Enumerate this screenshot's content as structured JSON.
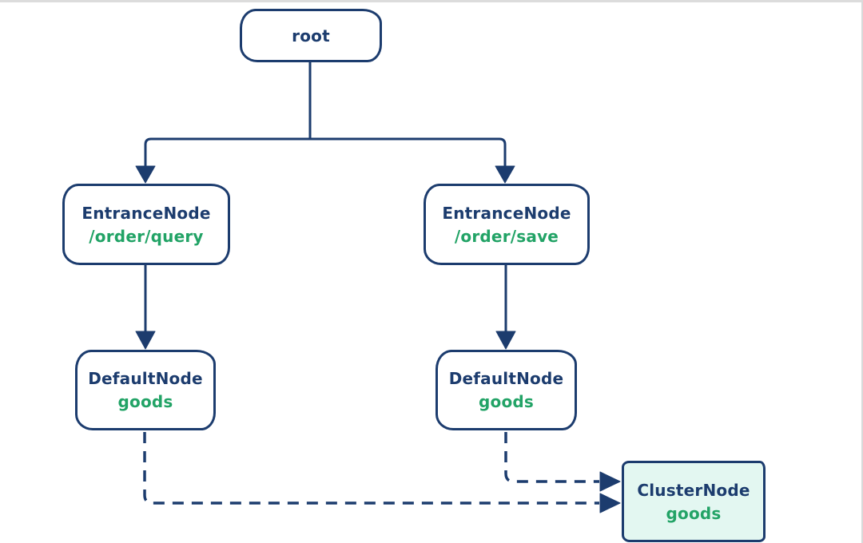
{
  "colors": {
    "node_border": "#1c3c6e",
    "node_title_text": "#1c3c6e",
    "accent_green": "#22a366",
    "cluster_fill": "#e3f7f1",
    "connector": "#1c3c6e",
    "page_background": "#ffffff",
    "frame_line": "#dcdcdc"
  },
  "diagram": {
    "nodes": {
      "root": {
        "label": "root"
      },
      "entrance_query": {
        "title": "EntranceNode",
        "subtitle": "/order/query"
      },
      "entrance_save": {
        "title": "EntranceNode",
        "subtitle": "/order/save"
      },
      "default_query": {
        "title": "DefaultNode",
        "subtitle": "goods"
      },
      "default_save": {
        "title": "DefaultNode",
        "subtitle": "goods"
      },
      "cluster": {
        "title": "ClusterNode",
        "subtitle": "goods"
      }
    },
    "edges": [
      {
        "from": "root",
        "to": "entrance_query",
        "style": "solid-arrow"
      },
      {
        "from": "root",
        "to": "entrance_save",
        "style": "solid-arrow"
      },
      {
        "from": "entrance_query",
        "to": "default_query",
        "style": "solid-arrow"
      },
      {
        "from": "entrance_save",
        "to": "default_save",
        "style": "solid-arrow"
      },
      {
        "from": "default_query",
        "to": "cluster",
        "style": "dashed-arrow"
      },
      {
        "from": "default_save",
        "to": "cluster",
        "style": "dashed-arrow"
      }
    ]
  }
}
